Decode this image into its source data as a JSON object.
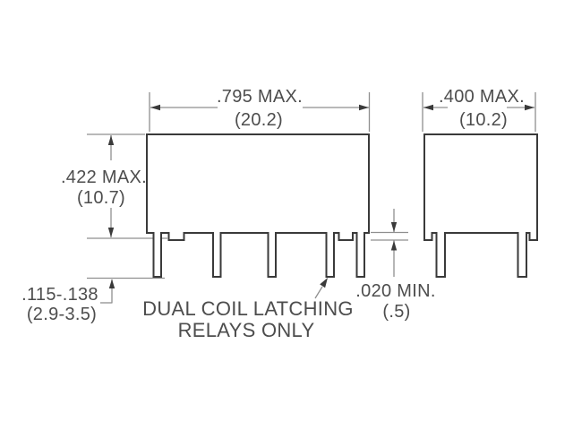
{
  "front_view": {
    "width_in": ".795 MAX.",
    "width_mm": "(20.2)",
    "height_in": ".422 MAX.",
    "height_mm": "(10.7)",
    "terminal_length_in": ".115-.138",
    "terminal_length_mm": "(2.9-3.5)",
    "standoff_in": ".020 MIN.",
    "standoff_mm": "(.5)",
    "pin_count": 5
  },
  "side_view": {
    "width_in": ".400 MAX.",
    "width_mm": "(10.2)",
    "pin_count": 2
  },
  "note_line1": "DUAL COIL LATCHING",
  "note_line2": "RELAYS ONLY",
  "colors": {
    "background": "#ffffff",
    "outline": "#3a3a3a",
    "dimension_line": "#8f8f8f",
    "text": "#4d4d4d"
  }
}
